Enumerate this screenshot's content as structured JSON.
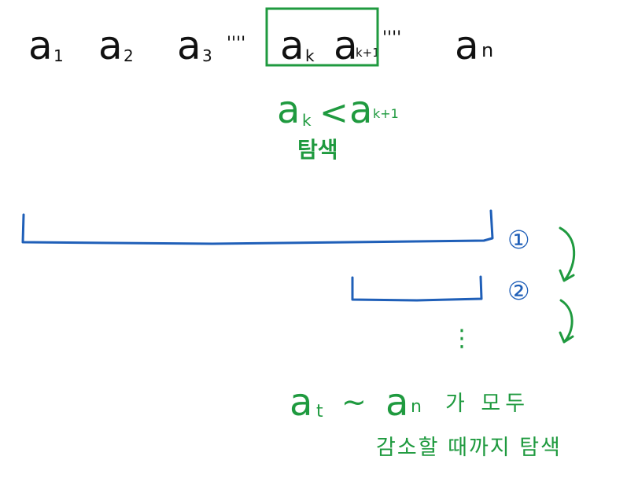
{
  "sequence": {
    "items": [
      {
        "base": "a",
        "sub": "1"
      },
      {
        "base": "a",
        "sub": "2"
      },
      {
        "base": "a",
        "sub": "3"
      },
      {
        "base": "a",
        "sub": "k"
      },
      {
        "base": "a",
        "sub": "k+1"
      },
      {
        "base": "a",
        "sub": "n"
      }
    ],
    "ellipsis": "''''"
  },
  "condition": {
    "left": {
      "base": "a",
      "sub": "k"
    },
    "op": "<",
    "right": {
      "base": "a",
      "sub": "k+1"
    },
    "label": "탐색"
  },
  "steps": {
    "step1": "①",
    "step2": "②",
    "dots": "⋮"
  },
  "note": {
    "line1_left": {
      "base": "a",
      "sub": "t"
    },
    "tilde": "~",
    "line1_right": {
      "base": "a",
      "sub": "n"
    },
    "line1_text": "가 모두",
    "line2": "감소할 때까지 탐색"
  },
  "colors": {
    "ink": "#111111",
    "green": "#1f9a3f",
    "blue": "#1f5fb8"
  }
}
